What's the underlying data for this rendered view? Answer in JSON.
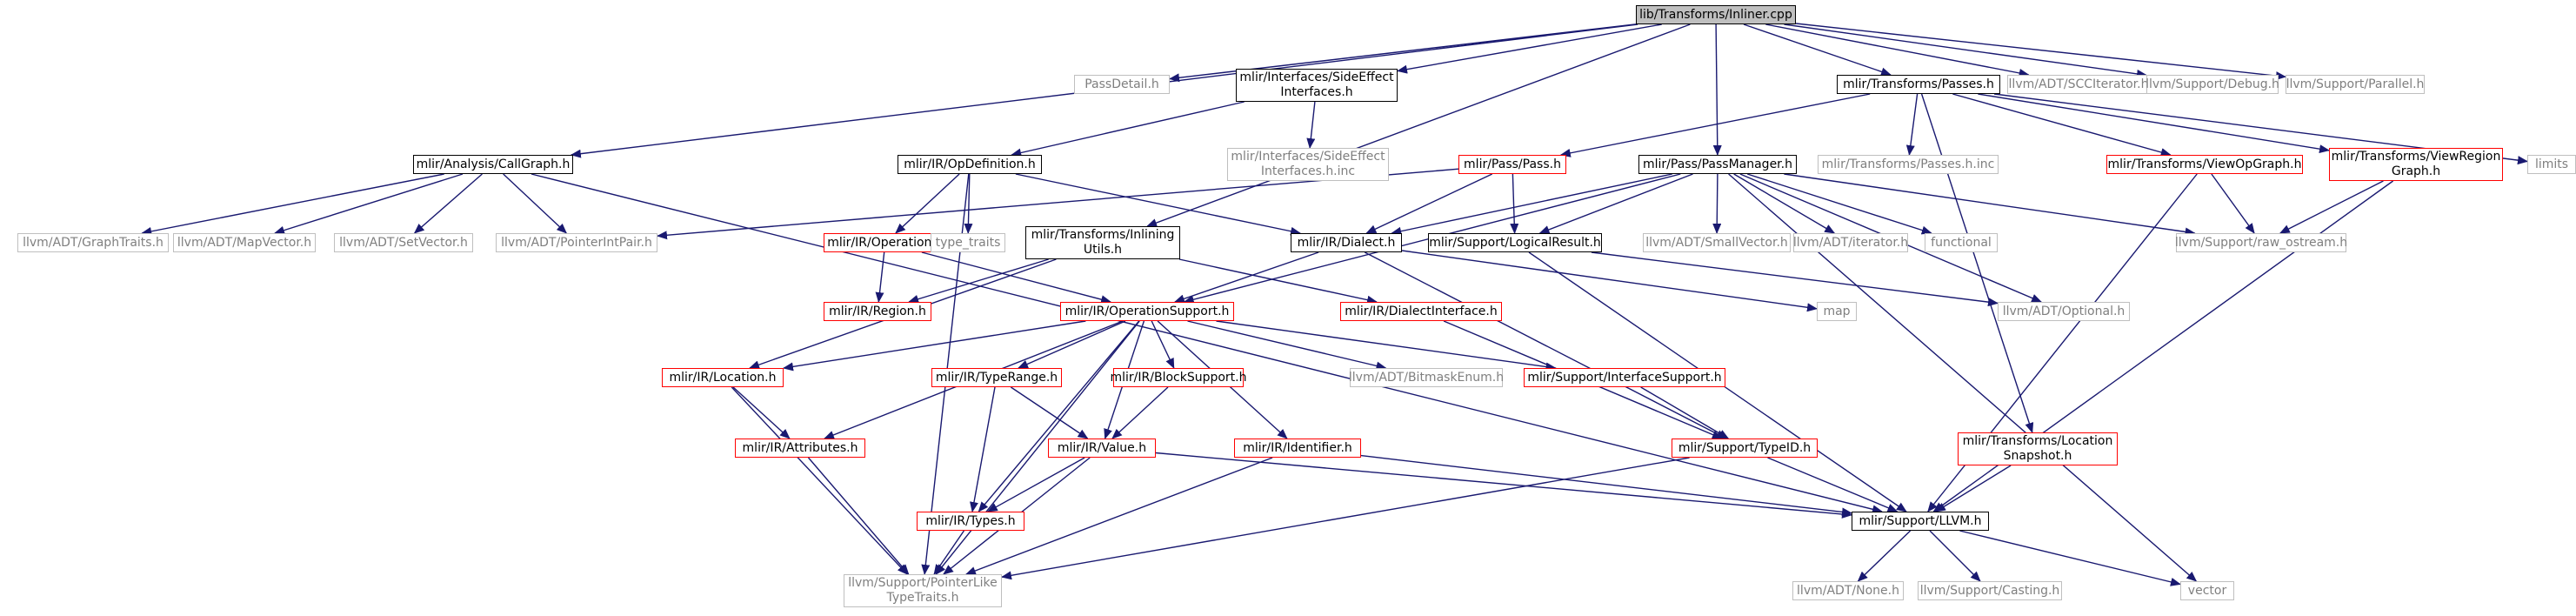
{
  "colors": {
    "edge": "#191970",
    "documented_border": "#000000",
    "incomplete_border": "#ff0000",
    "external_border": "#bfbfbf",
    "external_text": "#7f7f7f",
    "root_fill": "#bfbfbf"
  },
  "nodes": [
    {
      "id": "inliner",
      "lines": [
        "lib/Transforms/Inliner.cpp"
      ],
      "style": "root"
    },
    {
      "id": "passdetail",
      "lines": [
        "PassDetail.h"
      ],
      "style": "grey"
    },
    {
      "id": "sideeffect",
      "lines": [
        "mlir/Interfaces/SideEffect",
        "Interfaces.h"
      ],
      "style": "black"
    },
    {
      "id": "passes",
      "lines": [
        "mlir/Transforms/Passes.h"
      ],
      "style": "black"
    },
    {
      "id": "scciterator",
      "lines": [
        "llvm/ADT/SCCIterator.h"
      ],
      "style": "grey"
    },
    {
      "id": "debug",
      "lines": [
        "llvm/Support/Debug.h"
      ],
      "style": "grey"
    },
    {
      "id": "parallel",
      "lines": [
        "llvm/Support/Parallel.h"
      ],
      "style": "grey"
    },
    {
      "id": "callgraph",
      "lines": [
        "mlir/Analysis/CallGraph.h"
      ],
      "style": "black"
    },
    {
      "id": "opdefinition",
      "lines": [
        "mlir/IR/OpDefinition.h"
      ],
      "style": "black"
    },
    {
      "id": "sideeffectinc",
      "lines": [
        "mlir/Interfaces/SideEffect",
        "Interfaces.h.inc"
      ],
      "style": "grey"
    },
    {
      "id": "passpass",
      "lines": [
        "mlir/Pass/Pass.h"
      ],
      "style": "red"
    },
    {
      "id": "passmanager",
      "lines": [
        "mlir/Pass/PassManager.h"
      ],
      "style": "black"
    },
    {
      "id": "passesinc",
      "lines": [
        "mlir/Transforms/Passes.h.inc"
      ],
      "style": "grey"
    },
    {
      "id": "viewopgraph",
      "lines": [
        "mlir/Transforms/ViewOpGraph.h"
      ],
      "style": "red"
    },
    {
      "id": "viewregiongraph",
      "lines": [
        "mlir/Transforms/ViewRegion",
        "Graph.h"
      ],
      "style": "red"
    },
    {
      "id": "limits",
      "lines": [
        "limits"
      ],
      "style": "grey"
    },
    {
      "id": "graphtraits",
      "lines": [
        "llvm/ADT/GraphTraits.h"
      ],
      "style": "grey"
    },
    {
      "id": "mapvector",
      "lines": [
        "llvm/ADT/MapVector.h"
      ],
      "style": "grey"
    },
    {
      "id": "setvector",
      "lines": [
        "llvm/ADT/SetVector.h"
      ],
      "style": "grey"
    },
    {
      "id": "pointerintpair",
      "lines": [
        "llvm/ADT/PointerIntPair.h"
      ],
      "style": "grey"
    },
    {
      "id": "operation",
      "lines": [
        "mlir/IR/Operation.h"
      ],
      "style": "red"
    },
    {
      "id": "typetraits",
      "lines": [
        "type_traits"
      ],
      "style": "grey"
    },
    {
      "id": "inliningutils",
      "lines": [
        "mlir/Transforms/Inlining",
        "Utils.h"
      ],
      "style": "black"
    },
    {
      "id": "dialect",
      "lines": [
        "mlir/IR/Dialect.h"
      ],
      "style": "black"
    },
    {
      "id": "logicalresult",
      "lines": [
        "mlir/Support/LogicalResult.h"
      ],
      "style": "black"
    },
    {
      "id": "smallvector",
      "lines": [
        "llvm/ADT/SmallVector.h"
      ],
      "style": "grey"
    },
    {
      "id": "iterator",
      "lines": [
        "llvm/ADT/iterator.h"
      ],
      "style": "grey"
    },
    {
      "id": "functional",
      "lines": [
        "functional"
      ],
      "style": "grey"
    },
    {
      "id": "rawostream",
      "lines": [
        "llvm/Support/raw_ostream.h"
      ],
      "style": "grey"
    },
    {
      "id": "region",
      "lines": [
        "mlir/IR/Region.h"
      ],
      "style": "red"
    },
    {
      "id": "operationsupport",
      "lines": [
        "mlir/IR/OperationSupport.h"
      ],
      "style": "red"
    },
    {
      "id": "dialectinterface",
      "lines": [
        "mlir/IR/DialectInterface.h"
      ],
      "style": "red"
    },
    {
      "id": "map",
      "lines": [
        "map"
      ],
      "style": "grey"
    },
    {
      "id": "optional",
      "lines": [
        "llvm/ADT/Optional.h"
      ],
      "style": "grey"
    },
    {
      "id": "location",
      "lines": [
        "mlir/IR/Location.h"
      ],
      "style": "red"
    },
    {
      "id": "typerange",
      "lines": [
        "mlir/IR/TypeRange.h"
      ],
      "style": "red"
    },
    {
      "id": "blocksupport",
      "lines": [
        "mlir/IR/BlockSupport.h"
      ],
      "style": "red"
    },
    {
      "id": "bitmaskenum",
      "lines": [
        "llvm/ADT/BitmaskEnum.h"
      ],
      "style": "grey"
    },
    {
      "id": "interfacesupport",
      "lines": [
        "mlir/Support/InterfaceSupport.h"
      ],
      "style": "red"
    },
    {
      "id": "attributes",
      "lines": [
        "mlir/IR/Attributes.h"
      ],
      "style": "red"
    },
    {
      "id": "value",
      "lines": [
        "mlir/IR/Value.h"
      ],
      "style": "red"
    },
    {
      "id": "identifier",
      "lines": [
        "mlir/IR/Identifier.h"
      ],
      "style": "red"
    },
    {
      "id": "typeid",
      "lines": [
        "mlir/Support/TypeID.h"
      ],
      "style": "red"
    },
    {
      "id": "locationsnapshot",
      "lines": [
        "mlir/Transforms/Location",
        "Snapshot.h"
      ],
      "style": "red"
    },
    {
      "id": "types",
      "lines": [
        "mlir/IR/Types.h"
      ],
      "style": "red"
    },
    {
      "id": "llvmh",
      "lines": [
        "mlir/Support/LLVM.h"
      ],
      "style": "black"
    },
    {
      "id": "pointerlike",
      "lines": [
        "llvm/Support/PointerLike",
        "TypeTraits.h"
      ],
      "style": "grey"
    },
    {
      "id": "none",
      "lines": [
        "llvm/ADT/None.h"
      ],
      "style": "grey"
    },
    {
      "id": "casting",
      "lines": [
        "llvm/Support/Casting.h"
      ],
      "style": "grey"
    },
    {
      "id": "vector",
      "lines": [
        "vector"
      ],
      "style": "grey"
    }
  ],
  "edges": [
    [
      "inliner",
      "passdetail"
    ],
    [
      "inliner",
      "sideeffect"
    ],
    [
      "inliner",
      "callgraph"
    ],
    [
      "inliner",
      "inliningutils"
    ],
    [
      "inliner",
      "passmanager"
    ],
    [
      "inliner",
      "passes"
    ],
    [
      "inliner",
      "scciterator"
    ],
    [
      "inliner",
      "debug"
    ],
    [
      "inliner",
      "parallel"
    ],
    [
      "sideeffect",
      "opdefinition"
    ],
    [
      "sideeffect",
      "sideeffectinc"
    ],
    [
      "passes",
      "passpass"
    ],
    [
      "passes",
      "passesinc"
    ],
    [
      "passes",
      "viewopgraph"
    ],
    [
      "passes",
      "viewregiongraph"
    ],
    [
      "passes",
      "limits"
    ],
    [
      "passes",
      "locationsnapshot"
    ],
    [
      "callgraph",
      "graphtraits"
    ],
    [
      "callgraph",
      "mapvector"
    ],
    [
      "callgraph",
      "setvector"
    ],
    [
      "callgraph",
      "pointerintpair"
    ],
    [
      "callgraph",
      "llvmh"
    ],
    [
      "opdefinition",
      "operation"
    ],
    [
      "opdefinition",
      "typetraits"
    ],
    [
      "opdefinition",
      "dialect"
    ],
    [
      "opdefinition",
      "pointerlike"
    ],
    [
      "passpass",
      "pointerintpair"
    ],
    [
      "passpass",
      "dialect"
    ],
    [
      "passpass",
      "logicalresult"
    ],
    [
      "passmanager",
      "dialect"
    ],
    [
      "passmanager",
      "logicalresult"
    ],
    [
      "passmanager",
      "smallvector"
    ],
    [
      "passmanager",
      "iterator"
    ],
    [
      "passmanager",
      "functional"
    ],
    [
      "passmanager",
      "rawostream"
    ],
    [
      "passmanager",
      "optional"
    ],
    [
      "passmanager",
      "vector"
    ],
    [
      "passmanager",
      "operationsupport"
    ],
    [
      "viewopgraph",
      "rawostream"
    ],
    [
      "viewopgraph",
      "llvmh"
    ],
    [
      "viewregiongraph",
      "rawostream"
    ],
    [
      "viewregiongraph",
      "llvmh"
    ],
    [
      "operation",
      "region"
    ],
    [
      "operation",
      "operationsupport"
    ],
    [
      "inliningutils",
      "region"
    ],
    [
      "inliningutils",
      "dialectinterface"
    ],
    [
      "inliningutils",
      "location"
    ],
    [
      "dialect",
      "operationsupport"
    ],
    [
      "dialect",
      "map"
    ],
    [
      "dialect",
      "typeid"
    ],
    [
      "logicalresult",
      "optional"
    ],
    [
      "logicalresult",
      "llvmh"
    ],
    [
      "operationsupport",
      "location"
    ],
    [
      "operationsupport",
      "attributes"
    ],
    [
      "operationsupport",
      "typerange"
    ],
    [
      "operationsupport",
      "blocksupport"
    ],
    [
      "operationsupport",
      "bitmaskenum"
    ],
    [
      "operationsupport",
      "interfacesupport"
    ],
    [
      "operationsupport",
      "value"
    ],
    [
      "operationsupport",
      "identifier"
    ],
    [
      "operationsupport",
      "types"
    ],
    [
      "operationsupport",
      "pointerlike"
    ],
    [
      "dialectinterface",
      "typeid"
    ],
    [
      "location",
      "attributes"
    ],
    [
      "location",
      "pointerlike"
    ],
    [
      "typerange",
      "value"
    ],
    [
      "typerange",
      "types"
    ],
    [
      "blocksupport",
      "value"
    ],
    [
      "interfacesupport",
      "typeid"
    ],
    [
      "attributes",
      "pointerlike"
    ],
    [
      "value",
      "types"
    ],
    [
      "value",
      "pointerlike"
    ],
    [
      "value",
      "llvmh"
    ],
    [
      "identifier",
      "llvmh"
    ],
    [
      "identifier",
      "pointerlike"
    ],
    [
      "typeid",
      "llvmh"
    ],
    [
      "typeid",
      "pointerlike"
    ],
    [
      "locationsnapshot",
      "llvmh"
    ],
    [
      "types",
      "pointerlike"
    ],
    [
      "llvmh",
      "none"
    ],
    [
      "llvmh",
      "casting"
    ],
    [
      "llvmh",
      "vector"
    ]
  ]
}
